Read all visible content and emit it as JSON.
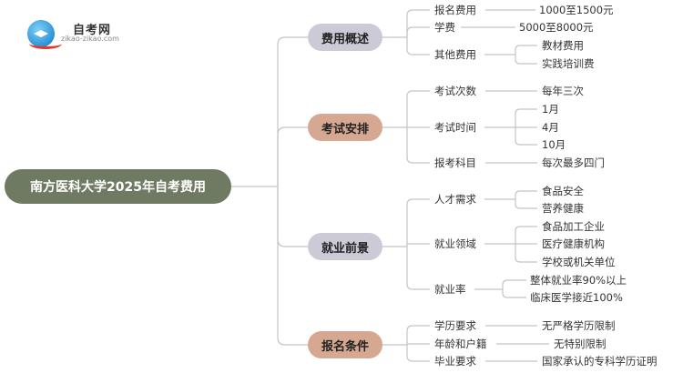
{
  "logo": {
    "name": "自考网",
    "url": "zikao-zikao.com"
  },
  "root": "南方医科大学2025年自考费用",
  "branches": [
    {
      "label": "费用概述",
      "items": [
        {
          "label": "报名费用",
          "values": [
            "1000至1500元"
          ]
        },
        {
          "label": "学费",
          "values": [
            "5000至8000元"
          ]
        },
        {
          "label": "其他费用",
          "values": [
            "教材费用",
            "实践培训费"
          ]
        }
      ]
    },
    {
      "label": "考试安排",
      "items": [
        {
          "label": "考试次数",
          "values": [
            "每年三次"
          ]
        },
        {
          "label": "考试时间",
          "values": [
            "1月",
            "4月",
            "10月"
          ]
        },
        {
          "label": "报考科目",
          "values": [
            "每次最多四门"
          ]
        }
      ]
    },
    {
      "label": "就业前景",
      "items": [
        {
          "label": "人才需求",
          "values": [
            "食品安全",
            "营养健康"
          ]
        },
        {
          "label": "就业领域",
          "values": [
            "食品加工企业",
            "医疗健康机构",
            "学校或机关单位"
          ]
        },
        {
          "label": "就业率",
          "values": [
            "整体就业率90%以上",
            "临床医学接近100%"
          ]
        }
      ]
    },
    {
      "label": "报名条件",
      "items": [
        {
          "label": "学历要求",
          "values": [
            "无严格学历限制"
          ]
        },
        {
          "label": "年龄和户籍",
          "values": [
            "无特别限制"
          ]
        },
        {
          "label": "毕业要求",
          "values": [
            "国家承认的专科学历证明"
          ]
        }
      ]
    }
  ]
}
